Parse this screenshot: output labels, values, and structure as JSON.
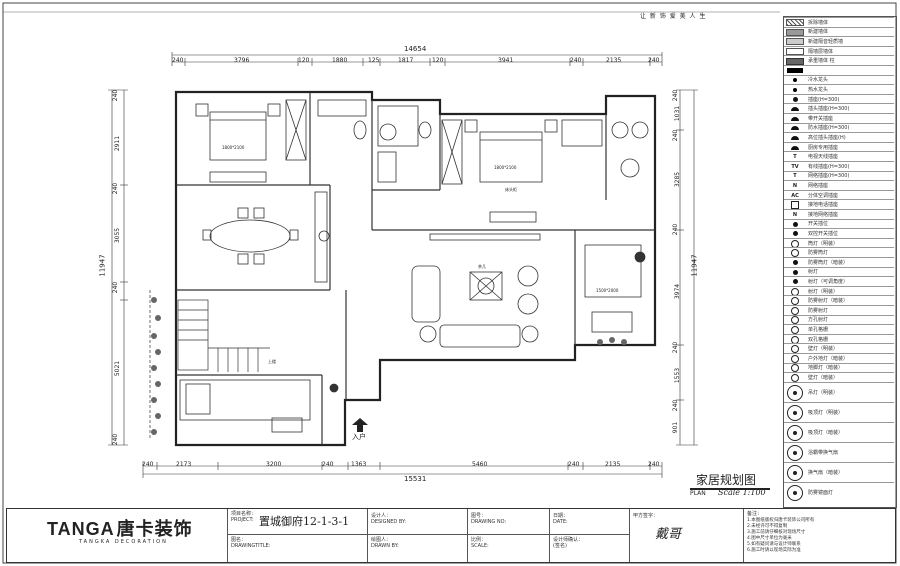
{
  "header_slogan": "让 新 饰 爱 美 人 生",
  "plan_title": "家居规划图",
  "plan_sub": "PLAN",
  "plan_scale": "Scale 1:100",
  "entrance": "入户",
  "dims": {
    "top_total": "14654",
    "top": [
      "240",
      "3796",
      "120",
      "1880",
      "125",
      "1817",
      "120",
      "3941",
      "240",
      "2135",
      "240"
    ],
    "bottom_total": "15531",
    "bottom": [
      "240",
      "2173",
      "3200",
      "1363",
      "240",
      "5460",
      "240",
      "2135",
      "240"
    ],
    "left_total": "11947",
    "left": [
      "240",
      "2911",
      "240",
      "3055",
      "240",
      "5021",
      "240"
    ],
    "right_total": "11947",
    "right": [
      "240",
      "1031",
      "240",
      "3285",
      "240",
      "3974",
      "240",
      "1553",
      "240",
      "901"
    ]
  },
  "rooms": {
    "bed1_label": "1800*2100",
    "bed2_label": "1800*2100",
    "bed3_label": "1500*2000",
    "stair_label": "上楼",
    "living_label": "茶几",
    "bed_small": "床头柜"
  },
  "legend": [
    {
      "icon": "hatch",
      "label": "拆除墙体"
    },
    {
      "icon": "solid-gray",
      "label": "新建墙体"
    },
    {
      "icon": "light-gray",
      "label": "新建隔音轻质墙"
    },
    {
      "icon": "white",
      "label": "隔墙层墙体"
    },
    {
      "icon": "dark",
      "label": "承重墙体 柱"
    },
    {
      "icon": "black",
      "label": ""
    },
    {
      "icon": "tap",
      "label": "冷水龙头"
    },
    {
      "icon": "tap",
      "label": "热水龙头"
    },
    {
      "icon": "dot",
      "label": "插座(H=300)"
    },
    {
      "icon": "half",
      "label": "插头插座(H=300)"
    },
    {
      "icon": "half",
      "label": "带开关插座"
    },
    {
      "icon": "half",
      "label": "防水插座(H=300)"
    },
    {
      "icon": "half",
      "label": "高位插头插座(H)"
    },
    {
      "icon": "half",
      "label": "厨房专用插座"
    },
    {
      "icon": "T",
      "label": "电视天线插座"
    },
    {
      "icon": "TV",
      "label": "有线插座(H=300)"
    },
    {
      "icon": "T",
      "label": "网络插座(H=300)"
    },
    {
      "icon": "N",
      "label": "网络插座"
    },
    {
      "icon": "AC",
      "label": "分体空调插座"
    },
    {
      "icon": "sq",
      "label": "接地电话插座"
    },
    {
      "icon": "N",
      "label": "接地网络插座"
    },
    {
      "icon": "dot",
      "label": "开关插位"
    },
    {
      "icon": "dot",
      "label": "双控开关插位"
    },
    {
      "icon": "circ",
      "label": "筒灯（明装）"
    },
    {
      "icon": "circ",
      "label": "防雾筒灯"
    },
    {
      "icon": "dot",
      "label": "防雾筒灯（暗装）"
    },
    {
      "icon": "dot",
      "label": "射灯"
    },
    {
      "icon": "dot",
      "label": "射灯（可调角度）"
    },
    {
      "icon": "circ",
      "label": "射灯（明装）"
    },
    {
      "icon": "circ",
      "label": "防雾射灯（暗装）"
    },
    {
      "icon": "circ",
      "label": "防雾射灯"
    },
    {
      "icon": "circ",
      "label": "方孔射灯"
    },
    {
      "icon": "circ",
      "label": "单孔格栅"
    },
    {
      "icon": "circ",
      "label": "双孔格栅"
    },
    {
      "icon": "circ",
      "label": "壁灯（明装）"
    },
    {
      "icon": "circ",
      "label": "户外地灯（暗装）"
    },
    {
      "icon": "circ",
      "label": "地脚灯（暗装）"
    },
    {
      "icon": "circ",
      "label": "壁灯（暗装）"
    },
    {
      "icon": "big",
      "label": "吊灯（明装）"
    },
    {
      "icon": "big",
      "label": "吸顶灯（明装）"
    },
    {
      "icon": "big",
      "label": "吸顶灯（暗装）"
    },
    {
      "icon": "big",
      "label": "浴霸带换气扇"
    },
    {
      "icon": "big",
      "label": "换气扇（暗装）"
    },
    {
      "icon": "big",
      "label": "防雾镜面灯"
    }
  ],
  "title_block": {
    "brand": "TANGA",
    "brand_cn": "唐卡装饰",
    "brand_sub": "TANGKA DECORATION",
    "project_lbl": "项目名称：\nPROJECT:",
    "project_val": "置城御府12-1-3-1",
    "designer_lbl": "设计人：\nDESIGNED BY:",
    "drawing_no_lbl": "图号：\nDRAWING NO:",
    "date_lbl": "日期：\nDATE:",
    "client_lbl": "甲方签字：",
    "client_val": "戴哥",
    "drawtitle_lbl": "图名：\nDRAWINGTITLE:",
    "drawnby_lbl": "绘图人：\nDRAWN BY:",
    "ratio_lbl": "比例：\nSCALE:",
    "confirm_lbl": "设计师确认：\n(签名)",
    "notes_lbl": "备注：",
    "notes": "1.本图纸版权归唐卡装饰公司所有\n2.未经许可不得复制\n3.施工前请仔细核对现场尺寸\n4.图中尺寸单位为毫米\n5.如有疑问请与设计师联系\n6.施工时请以现场实际为准"
  }
}
